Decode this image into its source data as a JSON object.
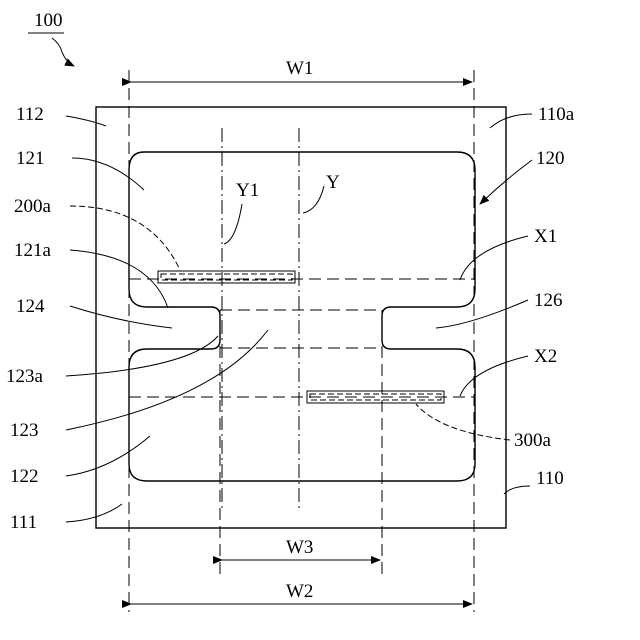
{
  "figure": {
    "ref": "100",
    "labels": {
      "l112": "112",
      "l110a": "110a",
      "l121": "121",
      "l120": "120",
      "l200a": "200a",
      "lY1": "Y1",
      "lY": "Y",
      "l121a": "121a",
      "lX1": "X1",
      "l124": "124",
      "l126": "126",
      "l123a": "123a",
      "lX2": "X2",
      "l123": "123",
      "l300a": "300a",
      "l122": "122",
      "l110": "110",
      "l111": "111"
    },
    "dimensions": {
      "w1": "W1",
      "w2": "W2",
      "w3": "W3"
    }
  }
}
